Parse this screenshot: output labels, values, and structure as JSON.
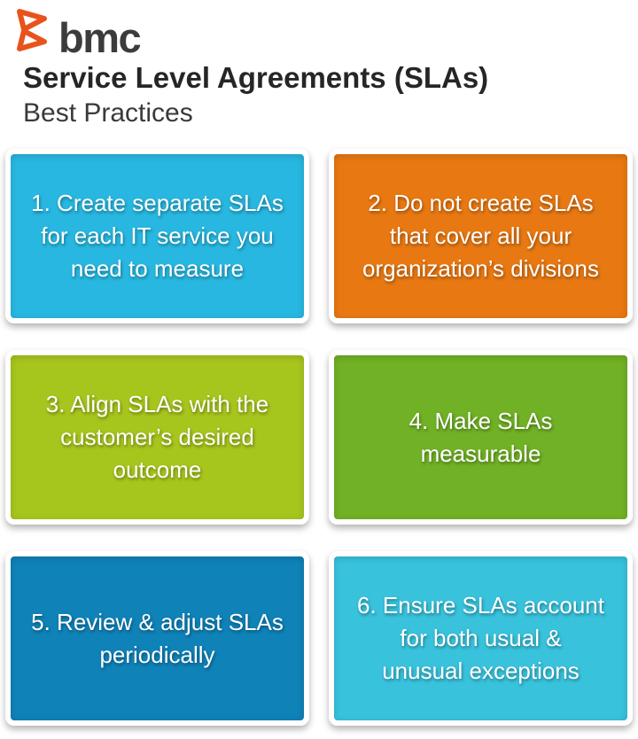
{
  "header": {
    "logo_text": "bmc",
    "title": "Service Level Agreements (SLAs)",
    "subtitle": "Best Practices"
  },
  "colors": {
    "logo_orange": "#e8531c",
    "title_color": "#262626",
    "subtitle_color": "#3a3a3a",
    "card_text_color": "#ffffff"
  },
  "practices": [
    {
      "number": 1,
      "text": "1. Create separate SLAs\nfor each IT service you\nneed to measure",
      "bg": "#27b7e0"
    },
    {
      "number": 2,
      "text": "2. Do not create SLAs\nthat cover all your\norganization’s divisions",
      "bg": "#e87812"
    },
    {
      "number": 3,
      "text": "3. Align SLAs with the\ncustomer’s desired\noutcome",
      "bg": "#a6c51d"
    },
    {
      "number": 4,
      "text": "4. Make SLAs\nmeasurable",
      "bg": "#70b125"
    },
    {
      "number": 5,
      "text": "5. Review & adjust SLAs\nperiodically",
      "bg": "#0f82b8"
    },
    {
      "number": 6,
      "text": "6. Ensure SLAs account\nfor both usual &\nunusual exceptions",
      "bg": "#38c2dc"
    }
  ]
}
